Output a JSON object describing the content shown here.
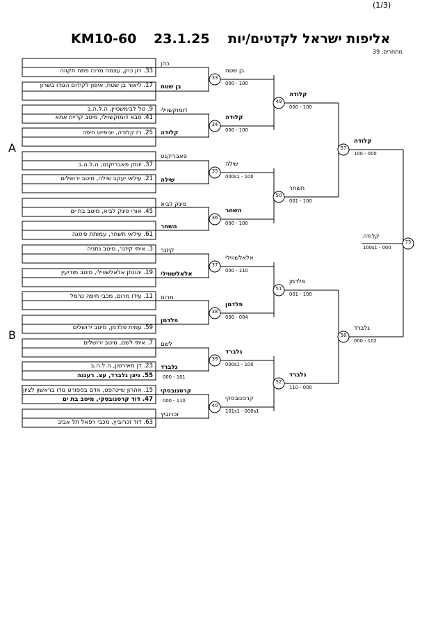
{
  "page_number": "(1/3)",
  "title": {
    "event": "אליפות ישראל לקדטים/יות",
    "date": "23.1.25",
    "category": "KM10-60"
  },
  "participants_label": "מתחרים: 39",
  "regions": [
    "A",
    "B"
  ],
  "entries": [
    {
      "text": "33. רון כהן, עצמה מרכז פתח תקווה",
      "bold": false
    },
    {
      "text": "17. ליאור בן שטח, איפון לקידום הגודו בשרון",
      "bold": false
    },
    {
      "text": "9. טל לבימשטיין, ה.ל.ה.ב",
      "bold": false
    },
    {
      "text": "41. סבא דומוקשוילי, מיטב קריית אתא",
      "bold": false
    },
    {
      "text": "25. רז קלודה, יוניפייט חיפה",
      "bold": false
    },
    {
      "text": "37. יונתן פאבריקנט, ה.ל.ה.ב",
      "bold": false
    },
    {
      "text": "21. עילאי יעקב שילה, מיטב ירושלים",
      "bold": false
    },
    {
      "text": "45. אורי פינק לביא, מיטב בת ים",
      "bold": false
    },
    {
      "text": "61. עילאי תשחר, עמותת פיסגה",
      "bold": false
    },
    {
      "text": "3. איתי קיזנר, מיטב נתניה",
      "bold": false
    },
    {
      "text": "19. יהונתן אלאלשווילי, מיטב מודיעין",
      "bold": false
    },
    {
      "text": "11. עידו מרום, מכבי חיפה כרמל",
      "bold": false
    },
    {
      "text": "59. עמית פלדמן, מיטב ירושלים",
      "bold": false
    },
    {
      "text": "7. איתי לשם, מיטב ירושלים",
      "bold": false
    },
    {
      "text": "23. דן מאירסון, ה.ל.ה.ב",
      "bold": false
    },
    {
      "text": "55. ניצן גלברד, עצ. רעננה",
      "bold": true
    },
    {
      "text": "15. אהרון שיינהפט, אדם בספורט גודו בראשון לציון",
      "bold": false
    },
    {
      "text": "47. דוד קרסנובסקי, מיטב בת ים",
      "bold": true
    },
    {
      "text": "63. דוד זכרוביץ, מכבי רפאל תל אביב",
      "bold": false
    }
  ],
  "first_round_names": [
    {
      "text": "כהן",
      "bold": false
    },
    {
      "text": "בן שטח",
      "bold": true
    },
    {
      "text": "דומוקשוילי",
      "bold": false
    },
    {
      "text": "קלודה",
      "bold": true
    },
    {
      "text": "פאבריקנט",
      "bold": false
    },
    {
      "text": "שילה",
      "bold": true
    },
    {
      "text": "פינק לביא",
      "bold": false
    },
    {
      "text": "השחר",
      "bold": true
    },
    {
      "text": "קיזנר",
      "bold": false
    },
    {
      "text": "אלאלשווילי",
      "bold": true
    },
    {
      "text": "מרום",
      "bold": false
    },
    {
      "text": "פלדמן",
      "bold": true
    },
    {
      "text": "לשם",
      "bold": false
    },
    {
      "text": "גלברד",
      "bold": true
    },
    {
      "text": "קרסנובסקי",
      "bold": true
    },
    {
      "text": "זכרוביץ",
      "bold": false
    }
  ],
  "extra_scores": [
    "000 - 101",
    "000 - 110"
  ],
  "round2_matches": [
    {
      "number": "33",
      "winner": "בן שטח",
      "bold": false,
      "score": "000 - 100"
    },
    {
      "number": "34",
      "winner": "קלודה",
      "bold": true,
      "score": "000 - 100"
    },
    {
      "number": "35",
      "winner": "שילה",
      "bold": false,
      "score": "000s1 - 100"
    },
    {
      "number": "36",
      "winner": "השחר",
      "bold": true,
      "score": "000 - 100"
    },
    {
      "number": "37",
      "winner": "אלאלשווילי",
      "bold": false,
      "score": "000 - 110"
    },
    {
      "number": "38",
      "winner": "פלדמן",
      "bold": true,
      "score": "000 - 004"
    },
    {
      "number": "39",
      "winner": "גלברד",
      "bold": true,
      "score": "000s1 - 100"
    },
    {
      "number": "40",
      "winner": "קרסנובסקי",
      "bold": false,
      "score": "101s1 - 000s1"
    }
  ],
  "round3_matches": [
    {
      "number": "49",
      "winner": "קלודה",
      "bold": true,
      "score": "000 - 100"
    },
    {
      "number": "50",
      "winner": "תשחר",
      "bold": false,
      "score": "001 - 100"
    },
    {
      "number": "51",
      "winner": "פלדמן",
      "bold": false,
      "score": "001 - 100"
    },
    {
      "number": "52",
      "winner": "גלברד",
      "bold": true,
      "score": "110 - 000"
    }
  ],
  "round4_matches": [
    {
      "number": "57",
      "winner": "קלודה",
      "bold": true,
      "score": "100 - 000"
    },
    {
      "number": "58",
      "winner": "גלברד",
      "bold": false,
      "score": "000 - 102"
    }
  ],
  "final_match": {
    "number": "75",
    "winner": "קלודה",
    "bold": false,
    "score": "100s1 - 000"
  }
}
